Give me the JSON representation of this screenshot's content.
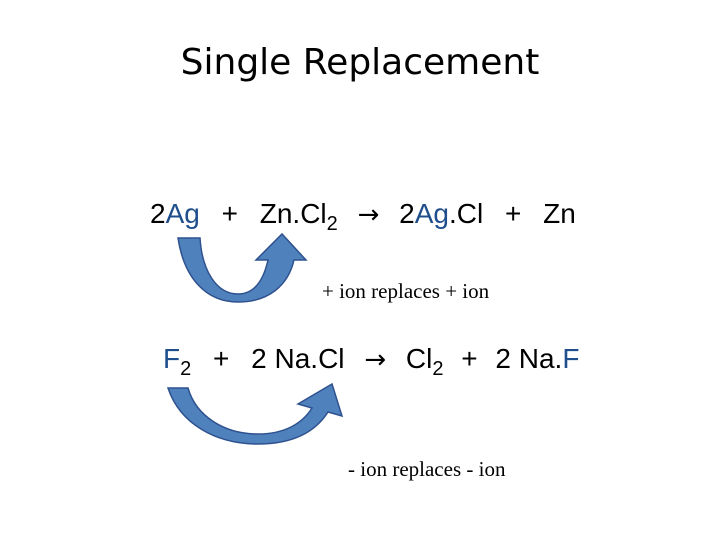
{
  "slide": {
    "title": "Single Replacement",
    "equation1": {
      "reactant1_coef": "2",
      "reactant1_elem": "Ag",
      "plus1": "+",
      "reactant2": "Zn.Cl",
      "reactant2_sub": "2",
      "arrow": "→",
      "product1_coef": "2",
      "product1_elem": "Ag",
      "product1_rest": ".Cl",
      "plus2": "+",
      "product2": "Zn"
    },
    "caption1": "+ ion replaces + ion",
    "equation2": {
      "reactant1_elem": "F",
      "reactant1_sub": "2",
      "plus1": "+",
      "reactant2": "2 Na.Cl",
      "arrow": "→",
      "product1": "Cl",
      "product1_sub": "2",
      "plus2": "+",
      "product2_main": "2 Na.",
      "product2_elem": "F"
    },
    "caption2": "- ion replaces - ion"
  },
  "colors": {
    "highlight_text": "#1f4e8c",
    "arrow_fill": "#4f81bd",
    "arrow_stroke": "#2f528f"
  },
  "icons": {
    "swap_arrow": "curved-swap-arrow-icon"
  }
}
